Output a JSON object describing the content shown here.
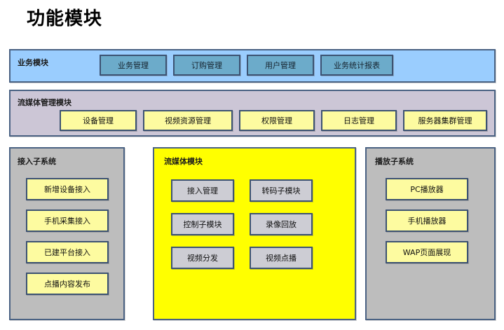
{
  "page": {
    "title": "功能模块"
  },
  "business_module": {
    "label": "业务模块",
    "buttons": [
      {
        "label": "业务管理"
      },
      {
        "label": "订购管理"
      },
      {
        "label": "用户管理"
      },
      {
        "label": "业务统计报表"
      }
    ]
  },
  "stream_manage_module": {
    "label": "流媒体管理模块",
    "buttons": [
      {
        "label": "设备管理"
      },
      {
        "label": "视频资源管理"
      },
      {
        "label": "权限管理"
      },
      {
        "label": "日志管理"
      },
      {
        "label": "服务器集群管理"
      }
    ]
  },
  "access_subsystem": {
    "label": "接入子系统",
    "buttons": [
      {
        "label": "新增设备接入"
      },
      {
        "label": "手机采集接入"
      },
      {
        "label": "已建平台接入"
      },
      {
        "label": "点播内容发布"
      }
    ]
  },
  "stream_module": {
    "label": "流媒体模块",
    "buttons": [
      {
        "label": "接入管理"
      },
      {
        "label": "转码子模块"
      },
      {
        "label": "控制子模块"
      },
      {
        "label": "录像回放"
      },
      {
        "label": "视频分发"
      },
      {
        "label": "视频点播"
      }
    ]
  },
  "player_subsystem": {
    "label": "播放子系统",
    "buttons": [
      {
        "label": "PC播放器"
      },
      {
        "label": "手机播放器"
      },
      {
        "label": "WAP页面展现"
      }
    ]
  },
  "colors": {
    "business_panel_bg": "#9acdfe",
    "stream_manage_panel_bg": "#ccc6d6",
    "subsystem_panel_bg": "#bdbdbd",
    "stream_module_panel_bg": "#ffff00",
    "blue_button_bg": "#6cabca",
    "yellow_button_bg": "#fdfba0",
    "gray_button_bg": "#cdcdd4",
    "border": "#4a6283"
  }
}
